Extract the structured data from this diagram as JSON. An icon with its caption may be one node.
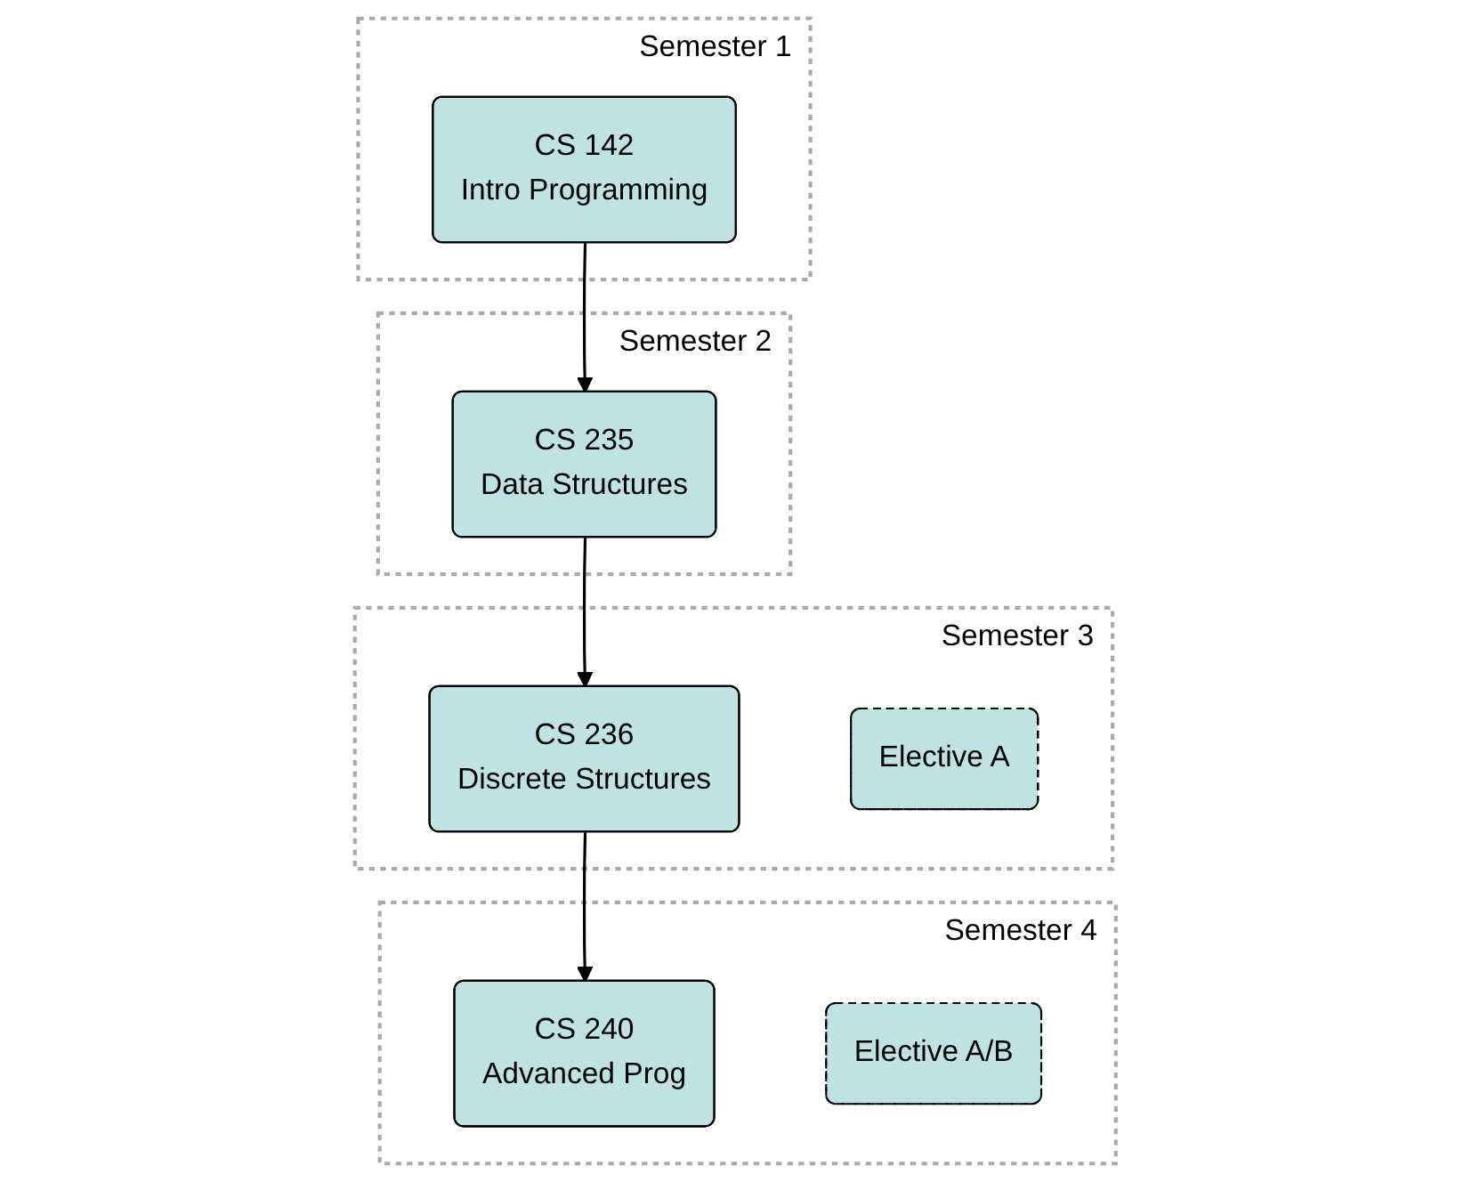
{
  "diagram": {
    "nodes": [
      {
        "text": [
          "Semester 1"
        ]
      },
      {
        "text": [
          "CS 142",
          "Intro Programming"
        ],
        "in": 0
      },
      {
        "text": [
          "Semester 2"
        ]
      },
      {
        "text": [
          "CS 235",
          "Data Structures"
        ],
        "in": 2
      },
      {
        "text": [
          "Semester 3"
        ]
      },
      {
        "text": [
          "CS 236",
          "Discrete Structures"
        ],
        "in": 4
      },
      {
        "text": [
          "Elective A"
        ],
        "in": 4
      },
      {
        "text": [
          "Semester 4"
        ]
      },
      {
        "text": [
          "CS 240",
          "Advanced Prog"
        ],
        "in": 7
      },
      {
        "text": [
          "Elective A/B"
        ],
        "in": 7
      }
    ],
    "edges": [
      {
        "from": 1,
        "to": 3,
        "arrow": "to"
      },
      {
        "from": 3,
        "to": 5,
        "arrow": "to"
      },
      {
        "from": 5,
        "to": 8,
        "arrow": "to"
      }
    ]
  }
}
